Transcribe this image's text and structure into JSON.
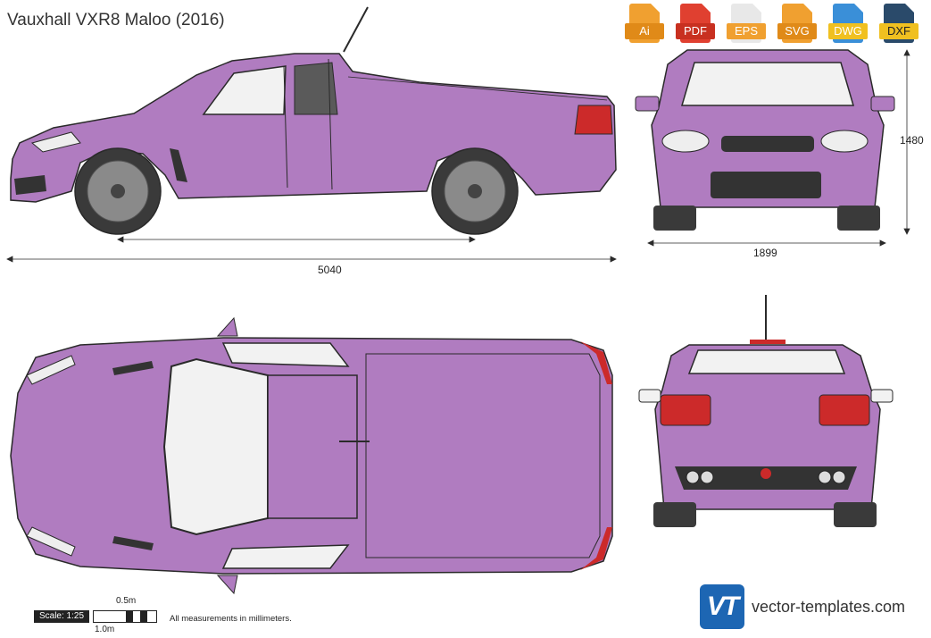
{
  "page": {
    "title": "Vauxhall VXR8 Maloo (2016)"
  },
  "formats": [
    {
      "label": "Ai",
      "color": "#f0a030",
      "icon": "ai-file-icon"
    },
    {
      "label": "PDF",
      "color": "#e04030",
      "icon": "pdf-file-icon"
    },
    {
      "label": "EPS",
      "color": "#f0a030",
      "icon": "eps-file-icon"
    },
    {
      "label": "SVG",
      "color": "#f0a030",
      "icon": "svg-file-icon"
    },
    {
      "label": "DWG",
      "color": "#3a8fd8",
      "icon": "dwg-file-icon"
    },
    {
      "label": "DXF",
      "color": "#2a4a6a",
      "icon": "dxf-file-icon"
    }
  ],
  "dimensions": {
    "length": "5040",
    "width": "1899",
    "height": "1480"
  },
  "scale": {
    "label": "Scale: 1:25",
    "half": "0.5m",
    "full": "1.0m"
  },
  "note": "All measurements in millimeters.",
  "brand": {
    "logo_text": "VT",
    "name": "vector-templates.com"
  },
  "colors": {
    "body": "#b07cc0",
    "outline": "#2a2a2a",
    "glass": "#f2f2f2",
    "tyre": "#3a3a3a",
    "lamp": "#cc2a2a"
  }
}
